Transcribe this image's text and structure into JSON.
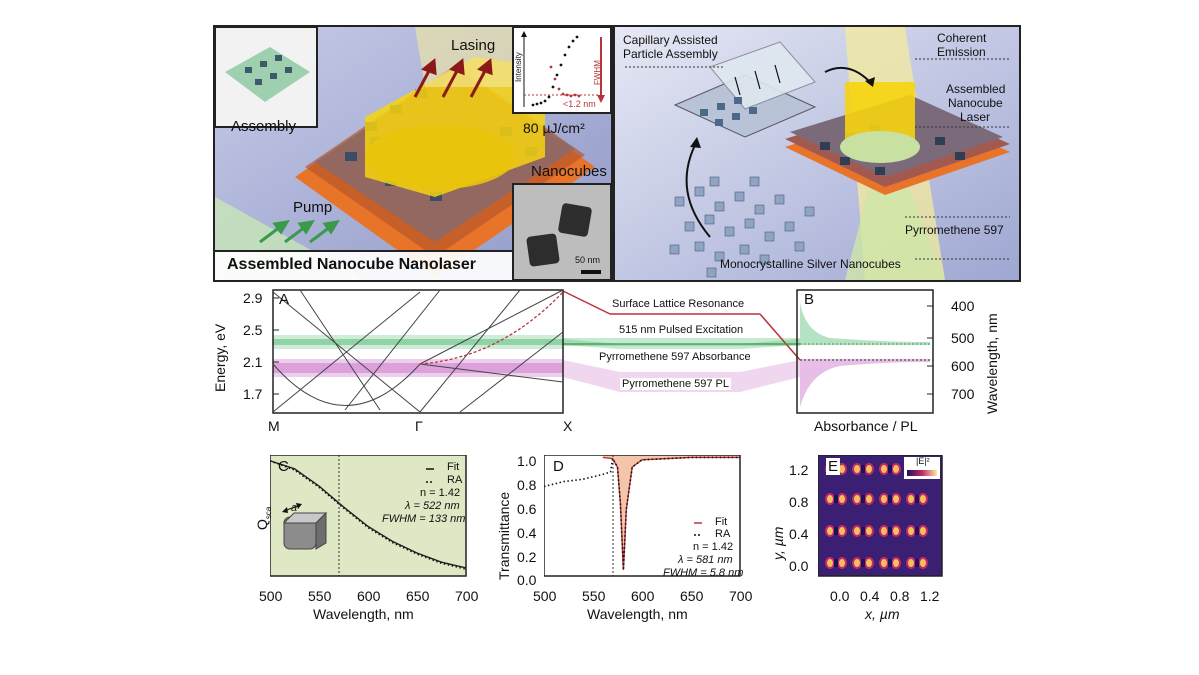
{
  "top_left": {
    "title": "Assembled Nanocube Nanolaser",
    "lasing": "Lasing",
    "assembly": "Assembly",
    "pump": "Pump",
    "nanocubes": "Nanocubes",
    "scale_bar": "50 nm",
    "inset_intensity": "Intensity",
    "inset_fwhm": "FWHM",
    "inset_threshold": "<1.2 nm",
    "fluence": "80 µJ/cm²"
  },
  "top_right": {
    "capillary": [
      "Capillary Assisted",
      "Particle Assembly"
    ],
    "coherent": [
      "Coherent",
      "Emission"
    ],
    "assembled_laser": [
      "Assembled",
      "Nanocube",
      "Laser"
    ],
    "pyrromethene": "Pyrromethene 597",
    "silver_cubes": "Monocrystalline Silver Nanocubes"
  },
  "middle": {
    "panel_a": "A",
    "panel_b": "B",
    "y_left_label": "Energy, eV",
    "y_left_ticks": [
      "2.9",
      "2.5",
      "2.1",
      "1.7"
    ],
    "x_ticks": [
      "M",
      "Γ",
      "X"
    ],
    "y_right_label": "Wavelength, nm",
    "y_right_ticks": [
      "400",
      "500",
      "600",
      "700"
    ],
    "x_b_label": "Absorbance / PL",
    "annotations": [
      "Surface Lattice Resonance",
      "515 nm Pulsed Excitation",
      "Pyrromethene 597 Absorbance",
      "Pyrromethene 597 PL"
    ]
  },
  "panel_c": {
    "letter": "C",
    "legend": [
      "Fit",
      "RA"
    ],
    "params": {
      "n": "n = 1.42",
      "lambda": "λ = 522 nm",
      "fwhm": "FWHM = 133 nm"
    },
    "ylabel": "Q",
    "ylabel_sub": "sca",
    "inset_label": "a",
    "xlabel": "Wavelength, nm",
    "x_ticks": [
      "500",
      "550",
      "600",
      "650",
      "700"
    ]
  },
  "panel_d": {
    "letter": "D",
    "legend": [
      "Fit",
      "RA"
    ],
    "params": {
      "n": "n = 1.42",
      "lambda": "λ = 581 nm",
      "fwhm": "FWHM = 5.8 nm"
    },
    "ylabel": "Transmittance",
    "xlabel": "Wavelength, nm",
    "x_ticks": [
      "500",
      "550",
      "600",
      "650",
      "700"
    ],
    "y_ticks": [
      "1.0",
      "0.8",
      "0.6",
      "0.4",
      "0.2",
      "0.0"
    ]
  },
  "panel_e": {
    "letter": "E",
    "colorbar_label": "|E|²",
    "ylabel": "y, µm",
    "xlabel": "x, µm",
    "y_ticks": [
      "1.2",
      "0.8",
      "0.4",
      "0.0"
    ],
    "x_ticks": [
      "0.0",
      "0.4",
      "0.8",
      "1.2"
    ]
  },
  "colors": {
    "green_band": "#5cbf7a",
    "pink_band": "#c45ec0",
    "fit_red": "#b8343a",
    "c_fill": "#dfe8c4",
    "d_fill": "#f3c6ab",
    "dye_orange": "#e8742a",
    "laser_yellow": "#f6d40f"
  },
  "chart_data": [
    {
      "type": "line",
      "title": "",
      "xlabel": "Wavelength, nm",
      "ylabel": "Qsca",
      "xlim": [
        500,
        700
      ],
      "series": [
        {
          "name": "Fit",
          "x": [
            500,
            525,
            550,
            575,
            600,
            625,
            650,
            675,
            700
          ],
          "values": [
            1.0,
            0.93,
            0.78,
            0.6,
            0.43,
            0.3,
            0.2,
            0.12,
            0.07
          ]
        },
        {
          "name": "RA",
          "x": [
            500,
            525,
            550,
            575,
            600,
            625,
            650,
            675,
            700
          ],
          "values": [
            1.0,
            0.92,
            0.77,
            0.59,
            0.42,
            0.29,
            0.19,
            0.11,
            0.06
          ]
        }
      ]
    },
    {
      "type": "line",
      "title": "",
      "xlabel": "Wavelength, nm",
      "ylabel": "Transmittance",
      "xlim": [
        500,
        700
      ],
      "ylim": [
        0.0,
        1.0
      ],
      "series": [
        {
          "name": "Fit",
          "x": [
            560,
            570,
            575,
            578,
            581,
            584,
            590,
            600,
            650,
            700
          ],
          "values": [
            0.98,
            0.97,
            0.9,
            0.6,
            0.05,
            0.55,
            0.9,
            0.96,
            0.98,
            0.98
          ]
        },
        {
          "name": "RA",
          "x": [
            500,
            520,
            540,
            560,
            568,
            570,
            575,
            578,
            581,
            584,
            590,
            600,
            650,
            700
          ],
          "values": [
            0.74,
            0.78,
            0.8,
            0.84,
            0.86,
            0.97,
            0.9,
            0.6,
            0.05,
            0.55,
            0.9,
            0.96,
            0.98,
            0.98
          ]
        }
      ]
    }
  ]
}
